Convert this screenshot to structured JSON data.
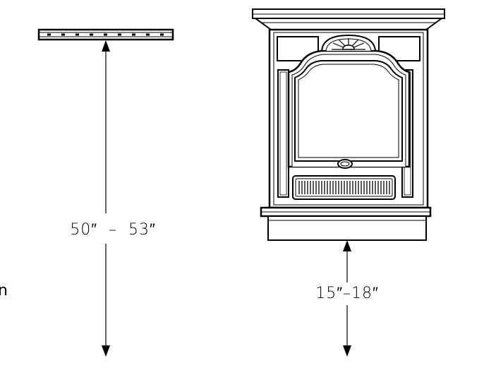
{
  "diagram": {
    "bracket_height_label": "50″  –  53″",
    "bracket_height_range": [
      "50″",
      "53″"
    ],
    "floor_clearance_label": "15″–18″",
    "floor_clearance_range": [
      "15″",
      "18″"
    ],
    "edge_fragment": "n",
    "line_color": "#000000",
    "background_color": "#ffffff"
  }
}
